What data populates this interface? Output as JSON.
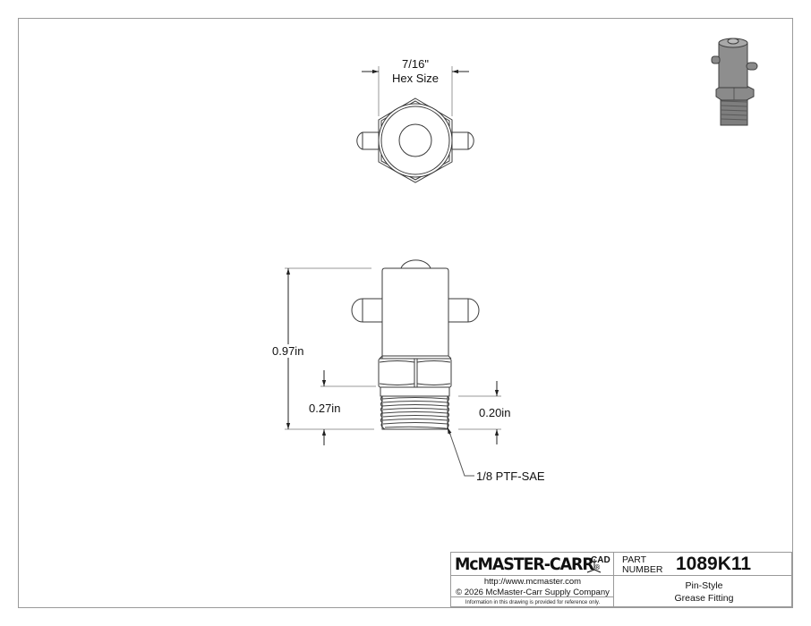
{
  "drawing": {
    "top_view": {
      "hex_dim_value": "7/16\"",
      "hex_dim_label": "Hex Size"
    },
    "side_view": {
      "overall_height": "0.97in",
      "thread_length_left": "0.27in",
      "thread_length_right": "0.20in",
      "thread_callout": "1/8 PTF-SAE"
    },
    "isometric_preview": {
      "fill": "#8a8a8a",
      "stroke": "#444444"
    },
    "line_color": "#3a3a3a",
    "frame_color": "#9a9a9a"
  },
  "title_block": {
    "brand": "McMASTER-CARR",
    "registered": "®",
    "cad_mark": "CAD",
    "url": "http://www.mcmaster.com",
    "copyright": "© 2026 McMaster-Carr Supply Company",
    "disclaimer": "Information in this drawing is provided for reference only.",
    "part_label_line1": "PART",
    "part_label_line2": "NUMBER",
    "part_number": "1089K11",
    "description_line1": "Pin-Style",
    "description_line2": "Grease Fitting"
  }
}
